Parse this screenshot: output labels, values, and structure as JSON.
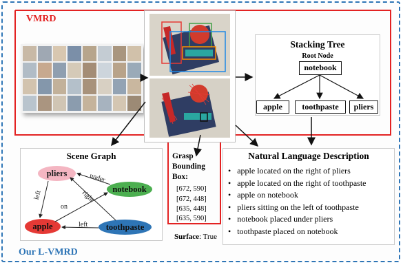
{
  "labels": {
    "vmrd": "VMRD",
    "lvmrd": "Our L-VMRD"
  },
  "stacking_tree": {
    "title": "Stacking Tree",
    "root_label": "Root Node",
    "root": "notebook",
    "children": [
      "apple",
      "toothpaste",
      "pliers"
    ]
  },
  "scene_graph": {
    "title": "Scene Graph",
    "nodes": {
      "pliers": "pliers",
      "notebook": "notebook",
      "apple": "apple",
      "toothpaste": "toothpaste"
    },
    "edges": {
      "left_1": "left",
      "under": "under",
      "right": "right",
      "on": "on",
      "left_2": "left"
    },
    "colors": {
      "pliers": "#f4b6c2",
      "notebook": "#4caf50",
      "apple": "#e53935",
      "toothpaste": "#2e75b6"
    }
  },
  "grasp": {
    "title_lines": [
      "Grasp",
      "Bounding",
      "Box:"
    ],
    "boxes": [
      "[672, 590]",
      "[672, 448]",
      "[635, 448]",
      "[635, 590]"
    ],
    "surface_label": "Surface",
    "surface_value": ": True"
  },
  "nld": {
    "title": "Natural Language Description",
    "items": [
      "apple located on the right of pliers",
      "apple located on the right of toothpaste",
      "apple  on notebook",
      "pliers sitting on the left of toothpaste",
      "notebook placed under pliers",
      "toothpaste placed on notebook"
    ]
  }
}
